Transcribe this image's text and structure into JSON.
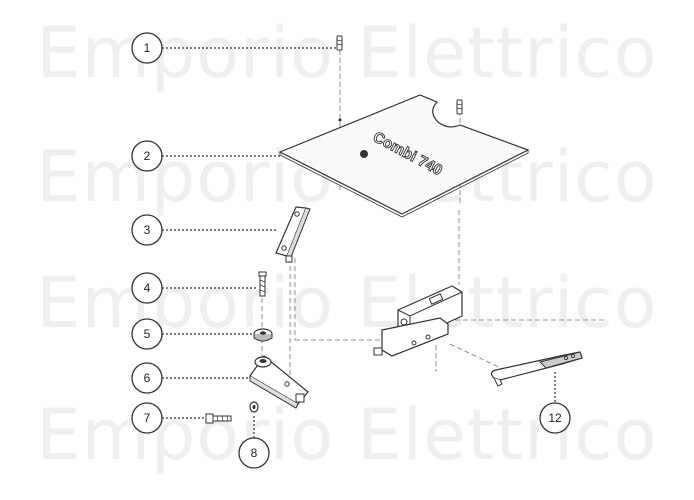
{
  "watermark": "Emporio Elettrico",
  "logo_text": "Combi 740",
  "callouts": [
    {
      "number": "1"
    },
    {
      "number": "2"
    },
    {
      "number": "3"
    },
    {
      "number": "4"
    },
    {
      "number": "5"
    },
    {
      "number": "6"
    },
    {
      "number": "7"
    },
    {
      "number": "8"
    },
    {
      "number": "12"
    }
  ]
}
